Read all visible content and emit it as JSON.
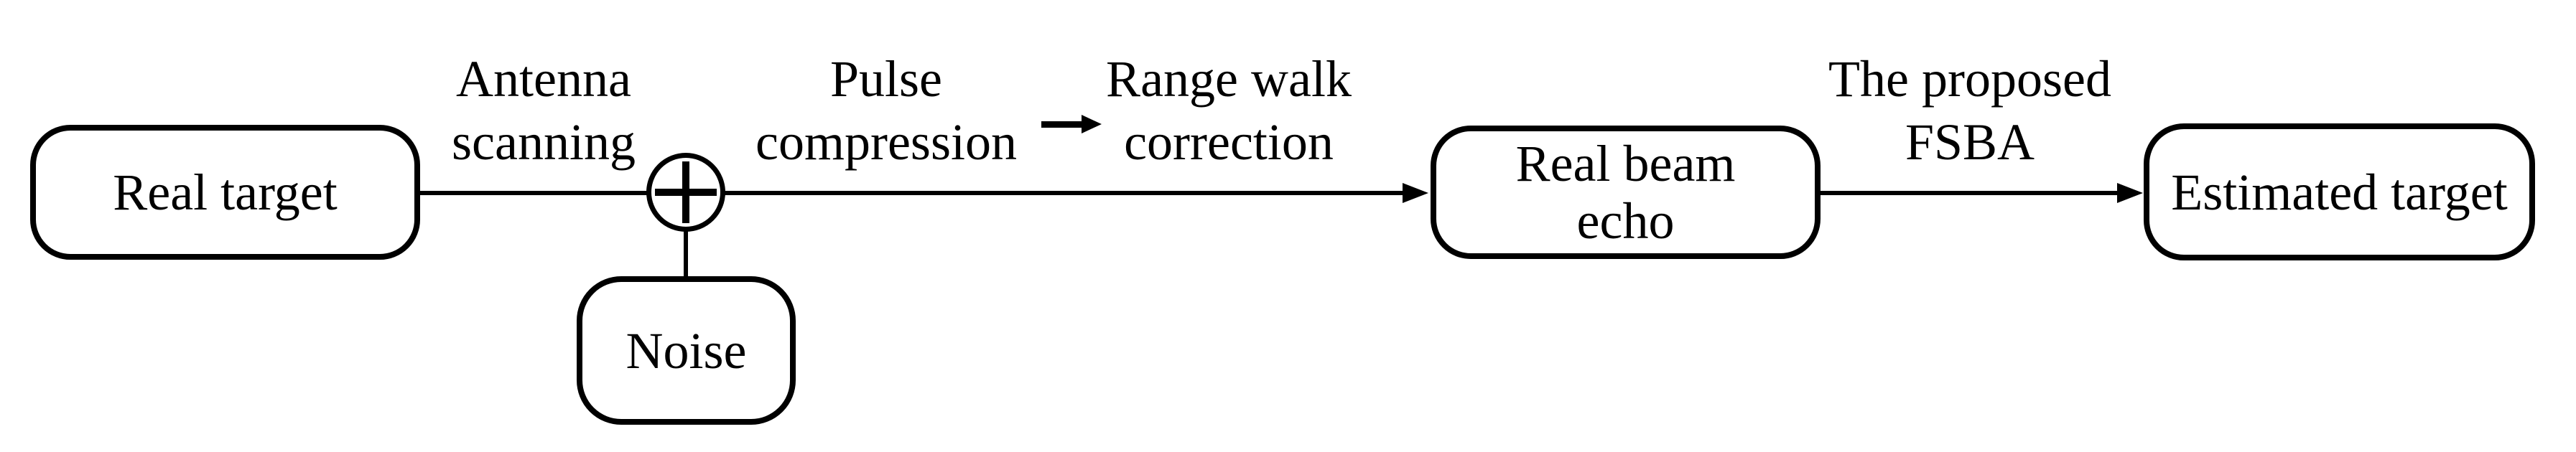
{
  "diagram": {
    "colors": {
      "stroke": "#000000",
      "fill": "#ffffff",
      "background": "#ffffff"
    },
    "nodes": {
      "real_target": {
        "label": "Real target"
      },
      "noise": {
        "label": "Noise"
      },
      "real_beam_echo": {
        "line1": "Real beam",
        "line2": "echo"
      },
      "estimated_target": {
        "label": "Estimated target"
      }
    },
    "edge_labels": {
      "antenna_scanning": {
        "line1": "Antenna",
        "line2": "scanning"
      },
      "pulse_compression": {
        "line1": "Pulse",
        "line2": "compression"
      },
      "range_walk_correction": {
        "line1": "Range walk",
        "line2": "correction"
      },
      "proposed_fsba": {
        "line1": "The proposed",
        "line2": "FSBA"
      }
    },
    "operators": {
      "sum_junction": {
        "symbol": "+"
      }
    }
  }
}
